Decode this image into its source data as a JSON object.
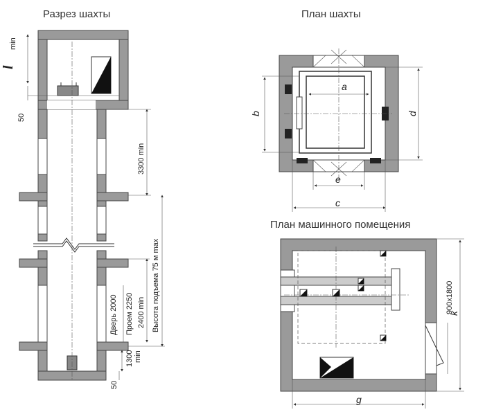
{
  "titles": {
    "section": "Разрез шахты",
    "shaft_plan": "План шахты",
    "machine_room": "План машинного помещения"
  },
  "section_labels": {
    "l": "l",
    "min_sub": "min",
    "d50_top": "50",
    "h3300": "3300 min",
    "travel": "Высота подъема  75 м max",
    "h2400": "2400 min",
    "opening": "Проем 2250",
    "door": "Дверь 2000",
    "pit1300": "1300",
    "pit_min": "min",
    "d50_bot": "50"
  },
  "plan_labels": {
    "a": "a",
    "b": "b",
    "d": "d",
    "e": "e",
    "c": "c"
  },
  "machine_labels": {
    "vent": "900x1800",
    "k": "k",
    "g": "g"
  }
}
